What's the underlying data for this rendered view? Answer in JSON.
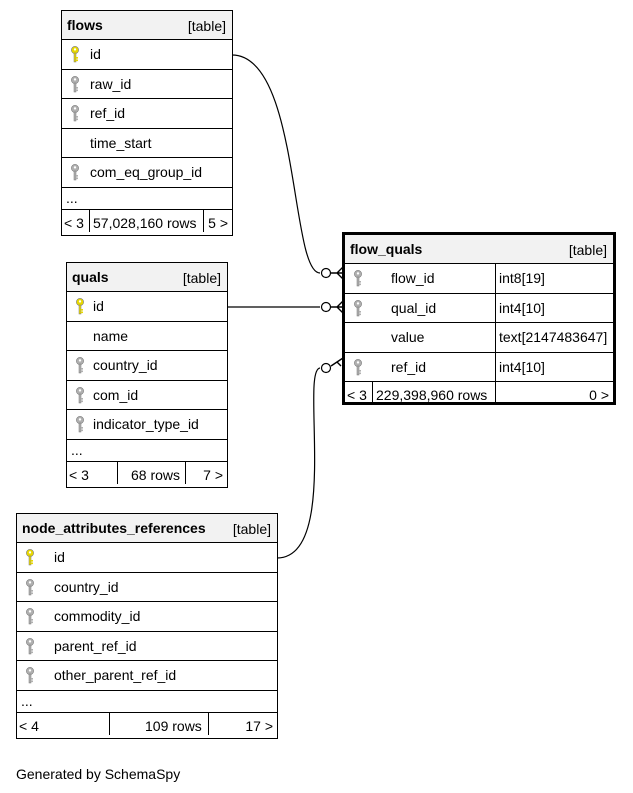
{
  "tables": {
    "flows": {
      "name": "flows",
      "kind": "[table]",
      "columns": [
        {
          "name": "id",
          "key": "primary"
        },
        {
          "name": "raw_id",
          "key": "index"
        },
        {
          "name": "ref_id",
          "key": "index"
        },
        {
          "name": "time_start",
          "key": "none"
        },
        {
          "name": "com_eq_group_id",
          "key": "index"
        }
      ],
      "ellipsis": "...",
      "footer": {
        "parents": "< 3",
        "rows": "57,028,160 rows",
        "children": "5 >"
      }
    },
    "quals": {
      "name": "quals",
      "kind": "[table]",
      "columns": [
        {
          "name": "id",
          "key": "primary"
        },
        {
          "name": "name",
          "key": "none"
        },
        {
          "name": "country_id",
          "key": "index"
        },
        {
          "name": "com_id",
          "key": "index"
        },
        {
          "name": "indicator_type_id",
          "key": "index"
        }
      ],
      "ellipsis": "...",
      "footer": {
        "parents": "< 3",
        "rows": "68 rows",
        "children": "7 >"
      }
    },
    "flow_quals": {
      "name": "flow_quals",
      "kind": "[table]",
      "columns": [
        {
          "name": "flow_id",
          "type": "int8[19]",
          "key": "index"
        },
        {
          "name": "qual_id",
          "type": "int4[10]",
          "key": "index"
        },
        {
          "name": "value",
          "type": "text[2147483647]",
          "key": "none"
        },
        {
          "name": "ref_id",
          "type": "int4[10]",
          "key": "index"
        }
      ],
      "footer": {
        "parents": "< 3",
        "rows": "229,398,960 rows",
        "children": "0 >"
      }
    },
    "node_attributes_references": {
      "name": "node_attributes_references",
      "kind": "[table]",
      "columns": [
        {
          "name": "id",
          "key": "primary"
        },
        {
          "name": "country_id",
          "key": "index"
        },
        {
          "name": "commodity_id",
          "key": "index"
        },
        {
          "name": "parent_ref_id",
          "key": "index"
        },
        {
          "name": "other_parent_ref_id",
          "key": "index"
        }
      ],
      "ellipsis": "...",
      "footer": {
        "parents": "< 4",
        "rows": "109 rows",
        "children": "17 >"
      }
    }
  },
  "colors": {
    "primary_key": "#e8d800",
    "index_key": "#b0b0b0",
    "header_bg": "#f2f2f2"
  },
  "credit": "Generated by SchemaSpy"
}
